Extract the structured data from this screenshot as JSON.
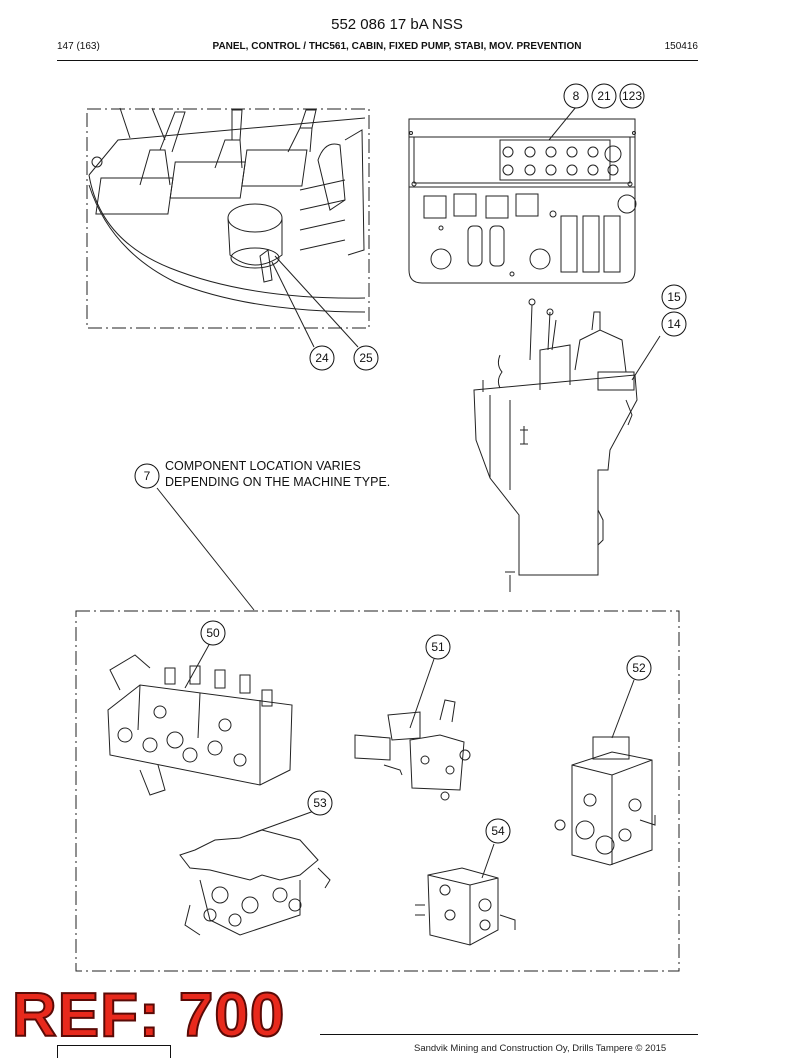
{
  "header": {
    "doc_number": "552 086 17 bA NSS",
    "page": "147 (163)",
    "title": "PANEL, CONTROL / THC561, CABIN, FIXED PUMP, STABI, MOV. PREVENTION",
    "date_code": "150416"
  },
  "note": {
    "line1": "COMPONENT LOCATION VARIES",
    "line2": "DEPENDING ON THE MACHINE TYPE."
  },
  "callouts": {
    "c8": "8",
    "c21": "21",
    "c123": "123",
    "c15": "15",
    "c14": "14",
    "c24": "24",
    "c25": "25",
    "c7": "7",
    "c50": "50",
    "c51": "51",
    "c52": "52",
    "c53": "53",
    "c54": "54"
  },
  "stamp": {
    "ref": "REF: 700"
  },
  "footer": {
    "copyright": "Sandvik Mining and Construction Oy, Drills Tampere © 2015"
  }
}
